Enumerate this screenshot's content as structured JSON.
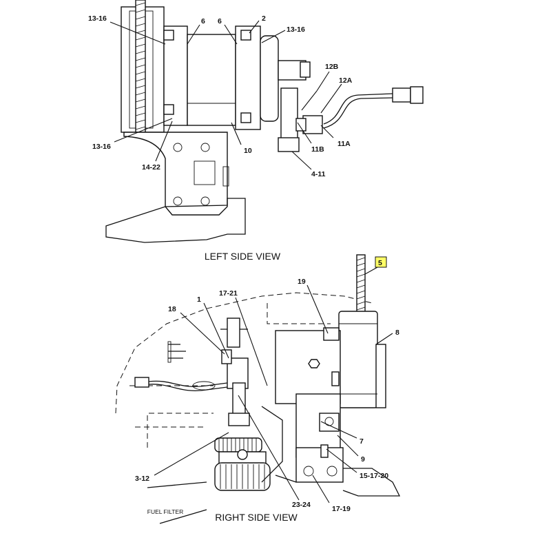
{
  "views": {
    "left": {
      "caption": "LEFT SIDE VIEW"
    },
    "right": {
      "caption": "RIGHT SIDE VIEW",
      "fuel_filter_label": "FUEL FILTER"
    }
  },
  "callouts_left": [
    {
      "id": "l-13-16-a",
      "text": "13-16"
    },
    {
      "id": "l-6-a",
      "text": "6"
    },
    {
      "id": "l-6-b",
      "text": "6"
    },
    {
      "id": "l-2",
      "text": "2"
    },
    {
      "id": "l-13-16-b",
      "text": "13-16"
    },
    {
      "id": "l-12b",
      "text": "12B"
    },
    {
      "id": "l-12a",
      "text": "12A"
    },
    {
      "id": "l-13-16-c",
      "text": "13-16"
    },
    {
      "id": "l-10",
      "text": "10"
    },
    {
      "id": "l-11b",
      "text": "11B"
    },
    {
      "id": "l-11a",
      "text": "11A"
    },
    {
      "id": "l-14-22",
      "text": "14-22"
    },
    {
      "id": "l-4-11",
      "text": "4-11"
    }
  ],
  "callouts_right": [
    {
      "id": "r-5",
      "text": "5",
      "highlight": true
    },
    {
      "id": "r-19",
      "text": "19"
    },
    {
      "id": "r-17-21",
      "text": "17-21"
    },
    {
      "id": "r-1",
      "text": "1"
    },
    {
      "id": "r-18",
      "text": "18"
    },
    {
      "id": "r-8",
      "text": "8"
    },
    {
      "id": "r-7",
      "text": "7"
    },
    {
      "id": "r-9",
      "text": "9"
    },
    {
      "id": "r-15-17-20",
      "text": "15-17-20"
    },
    {
      "id": "r-3-12",
      "text": "3-12"
    },
    {
      "id": "r-23-24",
      "text": "23-24"
    },
    {
      "id": "r-17-19",
      "text": "17-19"
    }
  ],
  "colors": {
    "highlight": "#ffff66",
    "ink": "#111111"
  }
}
